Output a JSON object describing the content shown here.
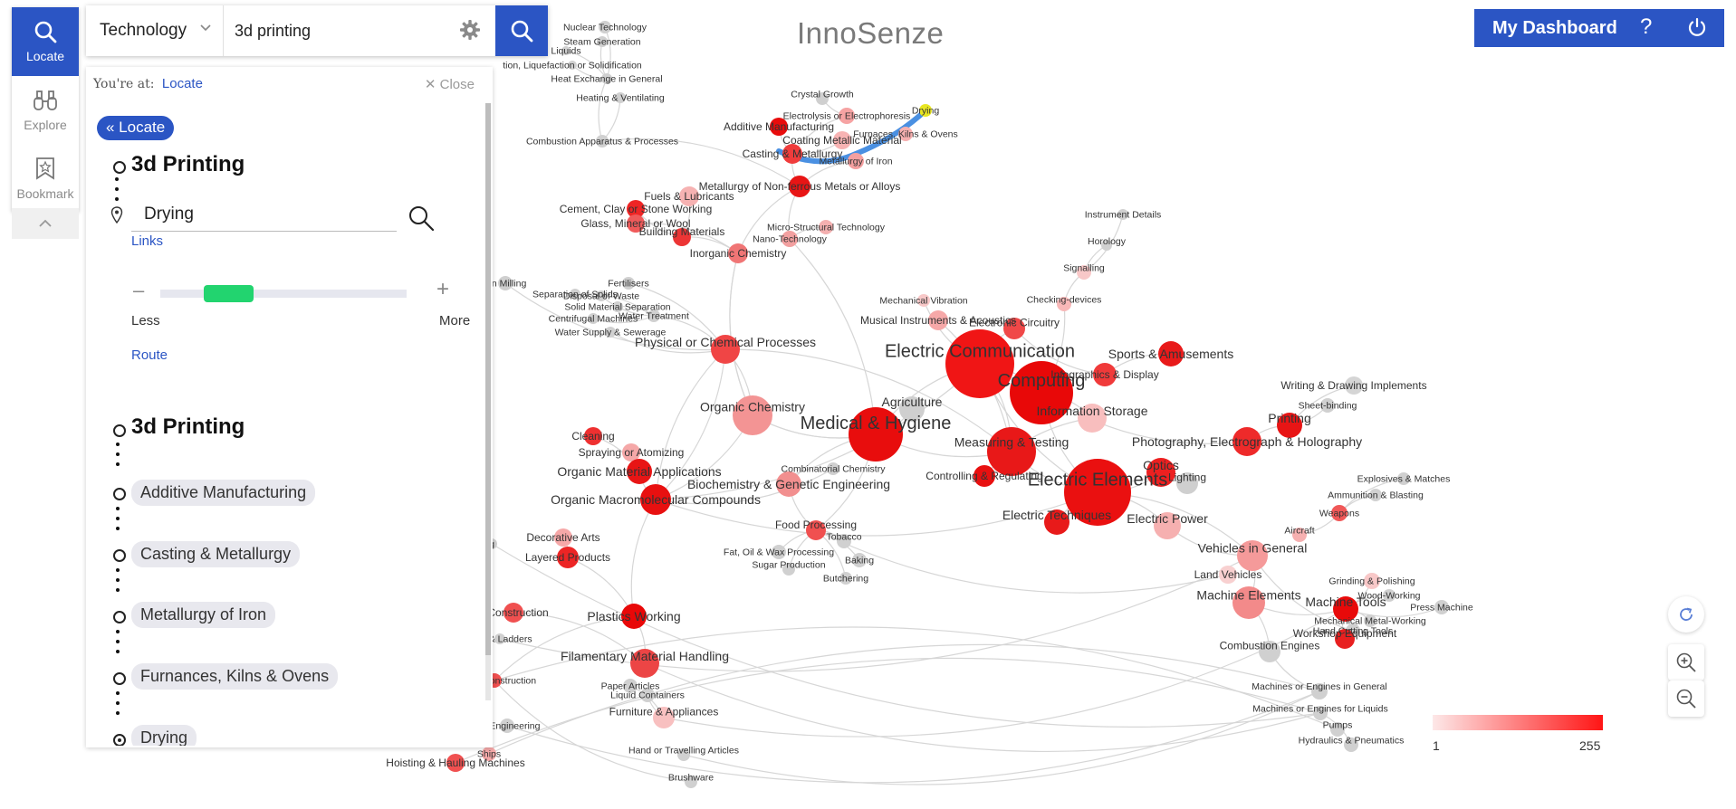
{
  "app": {
    "brand": "InnoSenze"
  },
  "rail": {
    "items": [
      {
        "label": "Locate",
        "icon": "search-icon",
        "active": true
      },
      {
        "label": "Explore",
        "icon": "binoculars-icon",
        "active": false
      },
      {
        "label": "Bookmark",
        "icon": "bookmark-icon",
        "active": false
      }
    ]
  },
  "search": {
    "category": "Technology",
    "query": "3d printing"
  },
  "panel": {
    "breadcrumb_prefix": "You're at:",
    "breadcrumb_current": "Locate",
    "close_label": "Close",
    "back_label": "« Locate",
    "source_title": "3d Printing",
    "destination_value": "Drying",
    "links_label": "Links",
    "less_label": "Less",
    "more_label": "More",
    "links_level": 0.22,
    "route_label": "Route",
    "route_start": "3d Printing",
    "route_steps": [
      "Additive Manufacturing",
      "Casting & Metallurgy",
      "Metallurgy of Iron",
      "Furnances, Kilns & Ovens",
      "Drying"
    ]
  },
  "header": {
    "dashboard_label": "My Dashboard",
    "help_label": "?"
  },
  "legend": {
    "min_label": "1",
    "max_label": "255",
    "color_low": "#fde8e8",
    "color_high": "#ff1515"
  },
  "graph": {
    "nodes": [
      {
        "label": "Nuclear Technology",
        "r": 7,
        "c": "#d0d0d0"
      },
      {
        "label": "Steam Generation",
        "r": 6,
        "c": "#d0d0d0"
      },
      {
        "label": "Liquids",
        "r": 5,
        "c": "#d0d0d0"
      },
      {
        "label": "tion, Liquefaction or Solidification",
        "r": 5,
        "c": "#d0d0d0"
      },
      {
        "label": "Heat Exchange in General",
        "r": 6,
        "c": "#d0d0d0"
      },
      {
        "label": "Heating & Ventilating",
        "r": 6,
        "c": "#d0d0d0"
      },
      {
        "label": "Combustion Apparatus & Processes",
        "r": 7,
        "c": "#d0d0d0"
      },
      {
        "label": "Crystal Growth",
        "r": 7,
        "c": "#cfcfcf"
      },
      {
        "label": "Electrolysis or Electrophoresis",
        "r": 9,
        "c": "#f6a3a3"
      },
      {
        "label": "Drying",
        "r": 7,
        "c": "#e8e622"
      },
      {
        "label": "Additive Manufacturing",
        "r": 10,
        "c": "#e80c0c"
      },
      {
        "label": "Coating Metallic Material",
        "r": 10,
        "c": "#f8b3b3"
      },
      {
        "label": "Furnaces, Kilns & Ovens",
        "r": 8,
        "c": "#f6b0b0"
      },
      {
        "label": "Casting & Metallurgy",
        "r": 11,
        "c": "#f03c3c"
      },
      {
        "label": "Metallurgy of Iron",
        "r": 9,
        "c": "#f4a0a0"
      },
      {
        "label": "Metallurgy of Non-ferrous Metals or Alloys",
        "r": 12,
        "c": "#e81515"
      },
      {
        "label": "Fuels & Lubricants",
        "r": 11,
        "c": "#f6b2b2"
      },
      {
        "label": "Cement, Clay or Stone Working",
        "r": 10,
        "c": "#ee2525"
      },
      {
        "label": "Glass, Mineral or Wool",
        "r": 10,
        "c": "#f05a5a"
      },
      {
        "label": "Building Materials",
        "r": 10,
        "c": "#ec3535"
      },
      {
        "label": "Micro-Structural Technology",
        "r": 8,
        "c": "#f4b0b0"
      },
      {
        "label": "Nano-Technology",
        "r": 9,
        "c": "#f2a0a0"
      },
      {
        "label": "Inorganic Chemistry",
        "r": 11,
        "c": "#f07575"
      },
      {
        "label": "Instrument Details",
        "r": 6,
        "c": "#d0d0d0"
      },
      {
        "label": "Horology",
        "r": 6,
        "c": "#d0d0d0"
      },
      {
        "label": "Signalling",
        "r": 8,
        "c": "#f8c8c8"
      },
      {
        "label": "ain Milling",
        "r": 8,
        "c": "#cfcfcf"
      },
      {
        "label": "Fertilisers",
        "r": 7,
        "c": "#d0d0d0"
      },
      {
        "label": "Separation of Solids",
        "r": 6,
        "c": "#d0d0d0"
      },
      {
        "label": "Disposal of Waste",
        "r": 6,
        "c": "#d0d0d0"
      },
      {
        "label": "Solid Material Separation",
        "r": 6,
        "c": "#d0d0d0"
      },
      {
        "label": "Water Treatment",
        "r": 7,
        "c": "#d0d0d0"
      },
      {
        "label": "Centrifugal Machines",
        "r": 6,
        "c": "#d0d0d0"
      },
      {
        "label": "Water Supply & Sewerage",
        "r": 6,
        "c": "#d0d0d0"
      },
      {
        "label": "Mechanical Vibration",
        "r": 7,
        "c": "#f8c8c8"
      },
      {
        "label": "Checking-devices",
        "r": 8,
        "c": "#f8b8b8"
      },
      {
        "label": "Musical Instruments & Acoustics",
        "r": 11,
        "c": "#f6a8a8"
      },
      {
        "label": "Electronic Circuitry",
        "r": 12,
        "c": "#f04848"
      },
      {
        "label": "Sports & Amusements",
        "r": 14,
        "c": "#e81a1a"
      },
      {
        "label": "Physical or Chemical Processes",
        "r": 16,
        "c": "#f04545"
      },
      {
        "label": "Electric Communication",
        "r": 38,
        "c": "#f01515"
      },
      {
        "label": "Infographics & Display",
        "r": 13,
        "c": "#f03a3a"
      },
      {
        "label": "Computing",
        "r": 35,
        "c": "#e80808"
      },
      {
        "label": "Writing & Drawing Implements",
        "r": 10,
        "c": "#d5d5d5"
      },
      {
        "label": "Sheet-binding",
        "r": 8,
        "c": "#d0d0d0"
      },
      {
        "label": "Organic Chemistry",
        "r": 22,
        "c": "#f39494"
      },
      {
        "label": "Agriculture",
        "r": 14,
        "c": "#cfcfcf"
      },
      {
        "label": "Information Storage",
        "r": 16,
        "c": "#f8bebe"
      },
      {
        "label": "Printing",
        "r": 14,
        "c": "#e81515"
      },
      {
        "label": "Medical & Hygiene",
        "r": 30,
        "c": "#e80d0d"
      },
      {
        "label": "Photography, Electrograph & Holography",
        "r": 16,
        "c": "#ee2a2a"
      },
      {
        "label": "Cleaning",
        "r": 10,
        "c": "#ee3030"
      },
      {
        "label": "Spraying or Atomizing",
        "r": 10,
        "c": "#f5a8a8"
      },
      {
        "label": "Measuring & Testing",
        "r": 27,
        "c": "#e81818"
      },
      {
        "label": "Explosives & Matches",
        "r": 7,
        "c": "#d0d0d0"
      },
      {
        "label": "Organic Material Applications",
        "r": 14,
        "c": "#e81515"
      },
      {
        "label": "Combinatorial Chemistry",
        "r": 7,
        "c": "#d0d0d0"
      },
      {
        "label": "Optics",
        "r": 16,
        "c": "#ec2020"
      },
      {
        "label": "Controlling & Regulating",
        "r": 12,
        "c": "#e81010"
      },
      {
        "label": "Biochemistry & Genetic Engineering",
        "r": 14,
        "c": "#f28f8f"
      },
      {
        "label": "Lighting",
        "r": 12,
        "c": "#cfcfcf"
      },
      {
        "label": "Ammunition & Blasting",
        "r": 7,
        "c": "#d0d0d0"
      },
      {
        "label": "Electric Elements",
        "r": 37,
        "c": "#ea1010"
      },
      {
        "label": "Organic Macromolecular Compounds",
        "r": 17,
        "c": "#e81010"
      },
      {
        "label": "Weapons",
        "r": 9,
        "c": "#f05858"
      },
      {
        "label": "Electric Techniques",
        "r": 14,
        "c": "#e81a1a"
      },
      {
        "label": "Electric Power",
        "r": 15,
        "c": "#f6b0b0"
      },
      {
        "label": "Food Processing",
        "r": 11,
        "c": "#f05050"
      },
      {
        "label": "Tobacco",
        "r": 8,
        "c": "#d0d0d0"
      },
      {
        "label": "Decorative Arts",
        "r": 10,
        "c": "#f6a8a8"
      },
      {
        "label": "Aircraft",
        "r": 8,
        "c": "#f6b0b0"
      },
      {
        "label": "Fat, Oil & Wax Processing",
        "r": 8,
        "c": "#d0d0d0"
      },
      {
        "label": "Baking",
        "r": 8,
        "c": "#d0d0d0"
      },
      {
        "label": "Layered Products",
        "r": 12,
        "c": "#ec2525"
      },
      {
        "label": "Vehicles in General",
        "r": 17,
        "c": "#f59a9a"
      },
      {
        "label": "Sugar Production",
        "r": 7,
        "c": "#d0d0d0"
      },
      {
        "label": "Butchering",
        "r": 7,
        "c": "#d0d0d0"
      },
      {
        "label": "Land Vehicles",
        "r": 10,
        "c": "#f8d0d0"
      },
      {
        "label": "Grinding & Polishing",
        "r": 9,
        "c": "#f8c8c8"
      },
      {
        "label": "Wood-Working",
        "r": 7,
        "c": "#d0d0d0"
      },
      {
        "label": "Machine Elements",
        "r": 18,
        "c": "#f38a8a"
      },
      {
        "label": "Machine Tools",
        "r": 14,
        "c": "#e80a0a"
      },
      {
        "label": "Press Machine",
        "r": 8,
        "c": "#d0d0d0"
      },
      {
        "label": "Mechanical Metal-Working",
        "r": 7,
        "c": "#d0d0d0"
      },
      {
        "label": "g Construction",
        "r": 11,
        "c": "#f05050"
      },
      {
        "label": "Plastics Working",
        "r": 14,
        "c": "#e80808"
      },
      {
        "label": "Hand Cutting Tools",
        "r": 8,
        "c": "#d0d0d0"
      },
      {
        "label": "Workshop Equipment",
        "r": 11,
        "c": "#e82020"
      },
      {
        "label": "ures & Ladders",
        "r": 6,
        "c": "#d0d0d0"
      },
      {
        "label": "Combustion Engines",
        "r": 12,
        "c": "#d0d0d0"
      },
      {
        "label": "Filamentary Material Handling",
        "r": 16,
        "c": "#ec4545"
      },
      {
        "label": "Bridge Construction",
        "r": 8,
        "c": "#f05050"
      },
      {
        "label": "Paper Articles",
        "r": 8,
        "c": "#d0d0d0"
      },
      {
        "label": "Liquid Containers",
        "r": 8,
        "c": "#d0d0d0"
      },
      {
        "label": "Machines or Engines in General",
        "r": 9,
        "c": "#d0d0d0"
      },
      {
        "label": "Furniture & Appliances",
        "r": 12,
        "c": "#f8c0c0"
      },
      {
        "label": "Machines or Engines for Liquids",
        "r": 8,
        "c": "#d0d0d0"
      },
      {
        "label": "ion Engineering",
        "r": 8,
        "c": "#d0d0d0"
      },
      {
        "label": "Pumps",
        "r": 8,
        "c": "#d0d0d0"
      },
      {
        "label": "Ships",
        "r": 8,
        "c": "#f6a8a8"
      },
      {
        "label": "Hydraulics & Pneumatics",
        "r": 8,
        "c": "#d0d0d0"
      },
      {
        "label": "Hand or Travelling Articles",
        "r": 7,
        "c": "#d0d0d0"
      },
      {
        "label": "Hoisting & Hauling Machines",
        "r": 10,
        "c": "#f05050"
      },
      {
        "label": "Brushware",
        "r": 7,
        "c": "#d0d0d0"
      },
      {
        "label": "g",
        "r": 6,
        "c": "#d0d0d0"
      }
    ]
  }
}
